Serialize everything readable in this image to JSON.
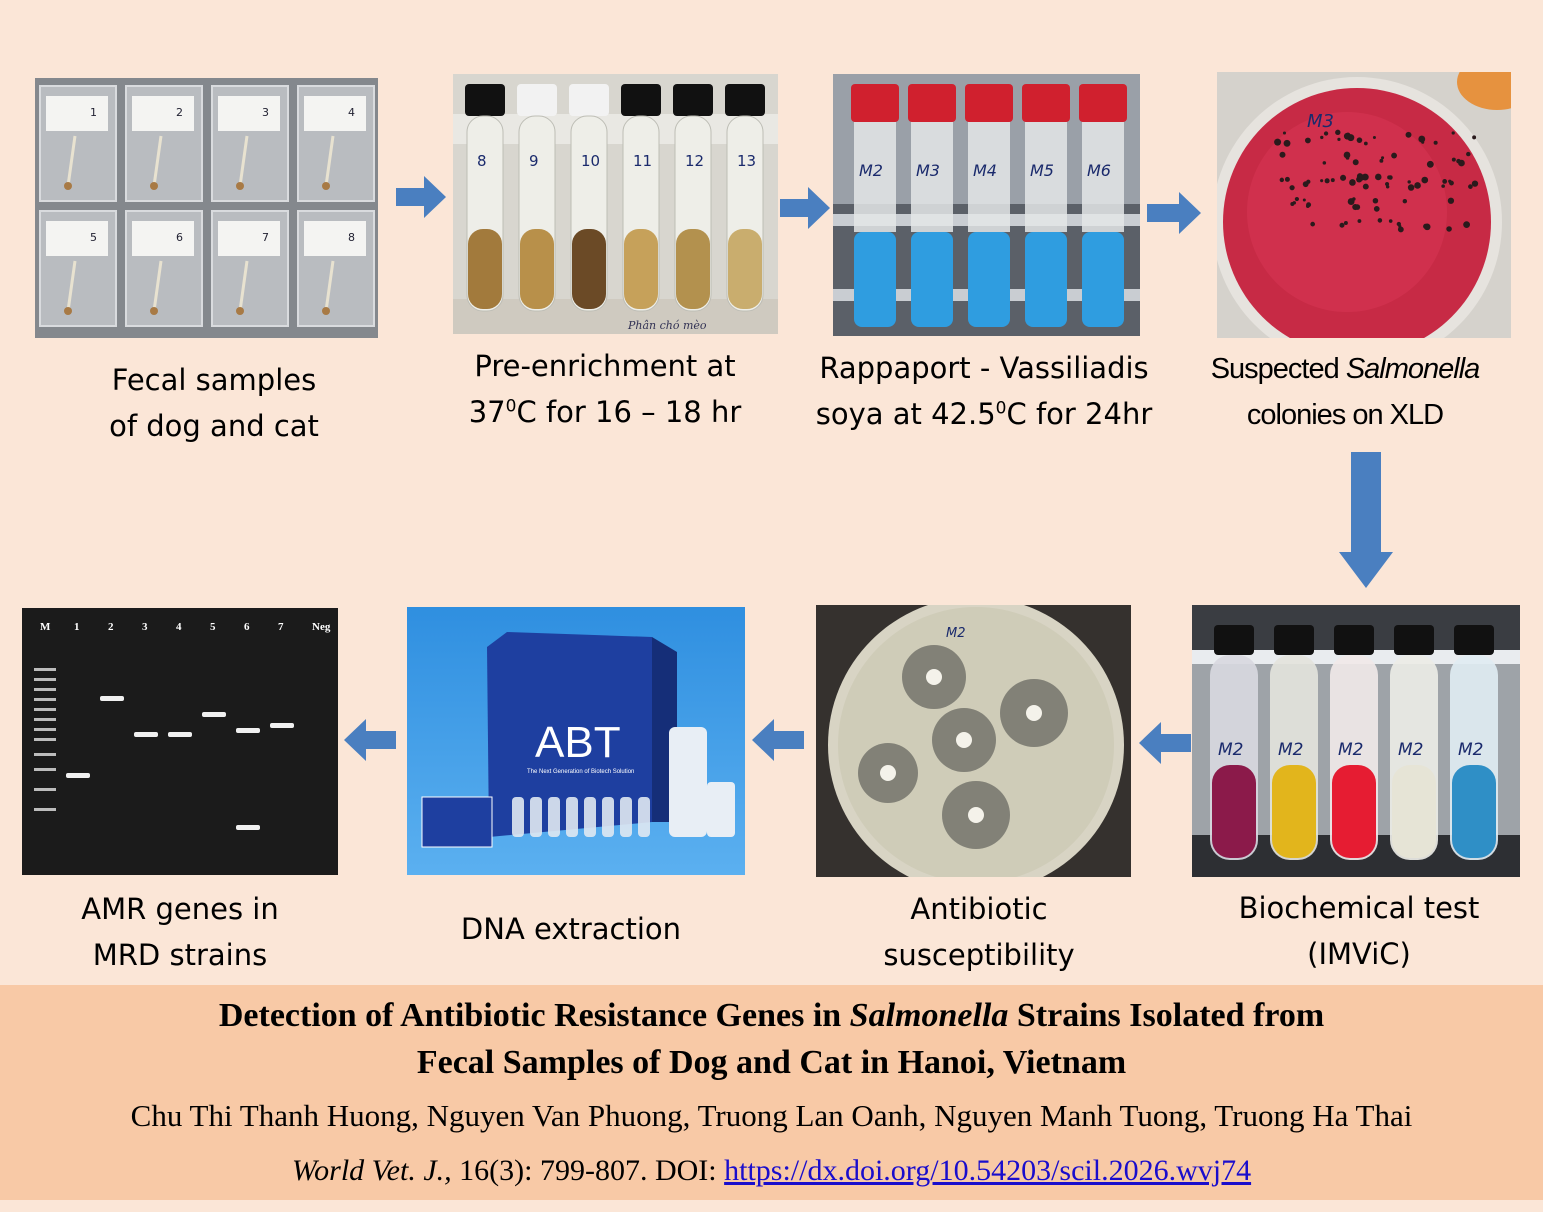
{
  "steps_top": [
    {
      "line1": "Fecal samples",
      "line2": "of dog and cat"
    },
    {
      "line1": "Pre-enrichment at",
      "line2_pre": "37",
      "line2_sup": "0",
      "line2_post": "C for 16 – 18 hr"
    },
    {
      "line1": "Rappaport - Vassiliadis",
      "line2_pre": "soya at 42.5",
      "line2_sup": "0",
      "line2_post": "C for 24hr"
    },
    {
      "line1_pre": "Suspected ",
      "line1_em": "Salmonella",
      "line2": "colonies on XLD"
    }
  ],
  "steps_bottom": [
    {
      "line1": "AMR genes in",
      "line2": "MRD strains"
    },
    {
      "line1": "DNA extraction"
    },
    {
      "line1": "Antibiotic",
      "line2": "susceptibility"
    },
    {
      "line1": "Biochemical test",
      "line2": "(IMViC)"
    }
  ],
  "photo_labels": {
    "sample_bags": [
      "1",
      "2",
      "3",
      "4",
      "5",
      "6",
      "7",
      "8"
    ],
    "enrichment_tubes": [
      "9",
      "10",
      "11",
      "12",
      "13"
    ],
    "enrichment_note": "Phân chó mèo",
    "rv_tubes": [
      "M2",
      "M3",
      "M4",
      "M5",
      "M6"
    ],
    "plate_label": "M3",
    "imvic_tubes": [
      "M2",
      "M2",
      "M2",
      "M2",
      "M2"
    ],
    "abt_brand": "ABT",
    "abt_tagline": "The Next Generation of Biotech Solution",
    "antibiotic_plate_label": "M2",
    "gel_lanes": [
      "M",
      "1",
      "2",
      "3",
      "4",
      "5",
      "6",
      "7",
      "Neg"
    ]
  },
  "footer": {
    "title_line1_pre": "Detection of Antibiotic Resistance Genes in ",
    "title_line1_em": "Salmonella",
    "title_line1_post": " Strains Isolated from",
    "title_line2": "Fecal Samples of Dog and Cat in Hanoi, Vietnam",
    "authors": "Chu Thi Thanh Huong, Nguyen Van Phuong, Truong Lan Oanh, Nguyen Manh Tuong, Truong Ha Thai",
    "journal": "World Vet. J.,",
    "volume": " 16(3): 799-807. DOI: ",
    "doi": "https://dx.doi.org/10.54203/scil.2026.wvj74"
  },
  "colors": {
    "background": "#fbe6d7",
    "footer": "#f8c9a6",
    "arrow": "#4a7fc0",
    "link": "#1a0dcc"
  }
}
